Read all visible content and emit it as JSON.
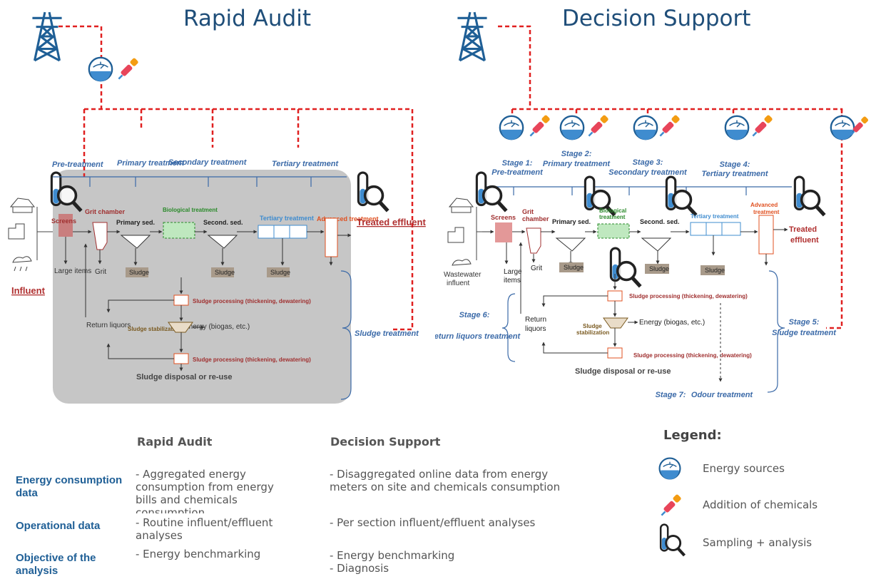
{
  "titles": {
    "left": "Rapid Audit",
    "right": "Decision Support"
  },
  "left_diagram": {
    "stages": [
      "Pre-treatment",
      "Primary treatment",
      "Secondary treatment",
      "Tertiary treatment"
    ],
    "units": {
      "screens": "Screens",
      "grit_chamber": "Grit chamber",
      "primary_sed": "Primary sed.",
      "biological": "Biological treatment",
      "second_sed": "Second. sed.",
      "tertiary": "Tertiary treatment",
      "advanced": "Advanced treatment",
      "large_items": "Large items",
      "grit": "Grit",
      "sludge": "Sludge",
      "return_liquors": "Return liquors",
      "sludge_stabilization": "Sludge stabilization",
      "energy": "Energy (biogas, etc.)",
      "sludge_processing": "Sludge processing (thickening, dewatering)",
      "disposal": "Sludge disposal or re-use",
      "sludge_treatment": "Sludge treatment",
      "influent": "Influent",
      "treated_effluent": "Treated effluent"
    }
  },
  "right_diagram": {
    "stages": [
      {
        "num": "Stage 1:",
        "name": "Pre-treatment"
      },
      {
        "num": "Stage 2:",
        "name": "Primary treatment"
      },
      {
        "num": "Stage 3:",
        "name": "Secondary treatment"
      },
      {
        "num": "Stage 4:",
        "name": "Tertiary treatment"
      },
      {
        "num": "Stage 5:",
        "name": "Sludge treatment"
      },
      {
        "num": "Stage 6:",
        "name": "Return liquors treatment"
      },
      {
        "num": "Stage 7:",
        "name": "Odour treatment"
      }
    ],
    "units": {
      "wastewater_influent": "Wastewater influent",
      "treated_effluent": "Treated effluent"
    }
  },
  "table": {
    "columns": [
      "Rapid Audit",
      "Decision Support"
    ],
    "rows": [
      {
        "label": "Energy consumption data",
        "rapid": "- Aggregated energy consumption from energy bills and chemicals consumption",
        "decision": "- Disaggregated online data from energy meters on site and chemicals consumption"
      },
      {
        "label": "Operational data",
        "rapid": "- Routine influent/effluent analyses",
        "decision": "- Per section influent/effluent analyses"
      },
      {
        "label": "Objective of the analysis",
        "rapid": "- Energy benchmarking",
        "decision": "- Energy benchmarking\n- Diagnosis"
      }
    ]
  },
  "legend": {
    "title": "Legend:",
    "items": [
      {
        "icon": "energy-meter-icon",
        "label": "Energy sources"
      },
      {
        "icon": "dropper-icon",
        "label": "Addition of chemicals"
      },
      {
        "icon": "sampling-magnifier-icon",
        "label": "Sampling + analysis"
      }
    ]
  },
  "colors": {
    "title": "#1f4e79",
    "stage": "#3b6aa8",
    "dash": "#e02020",
    "effluent": "#b03030",
    "row_label": "#1f5f96"
  }
}
